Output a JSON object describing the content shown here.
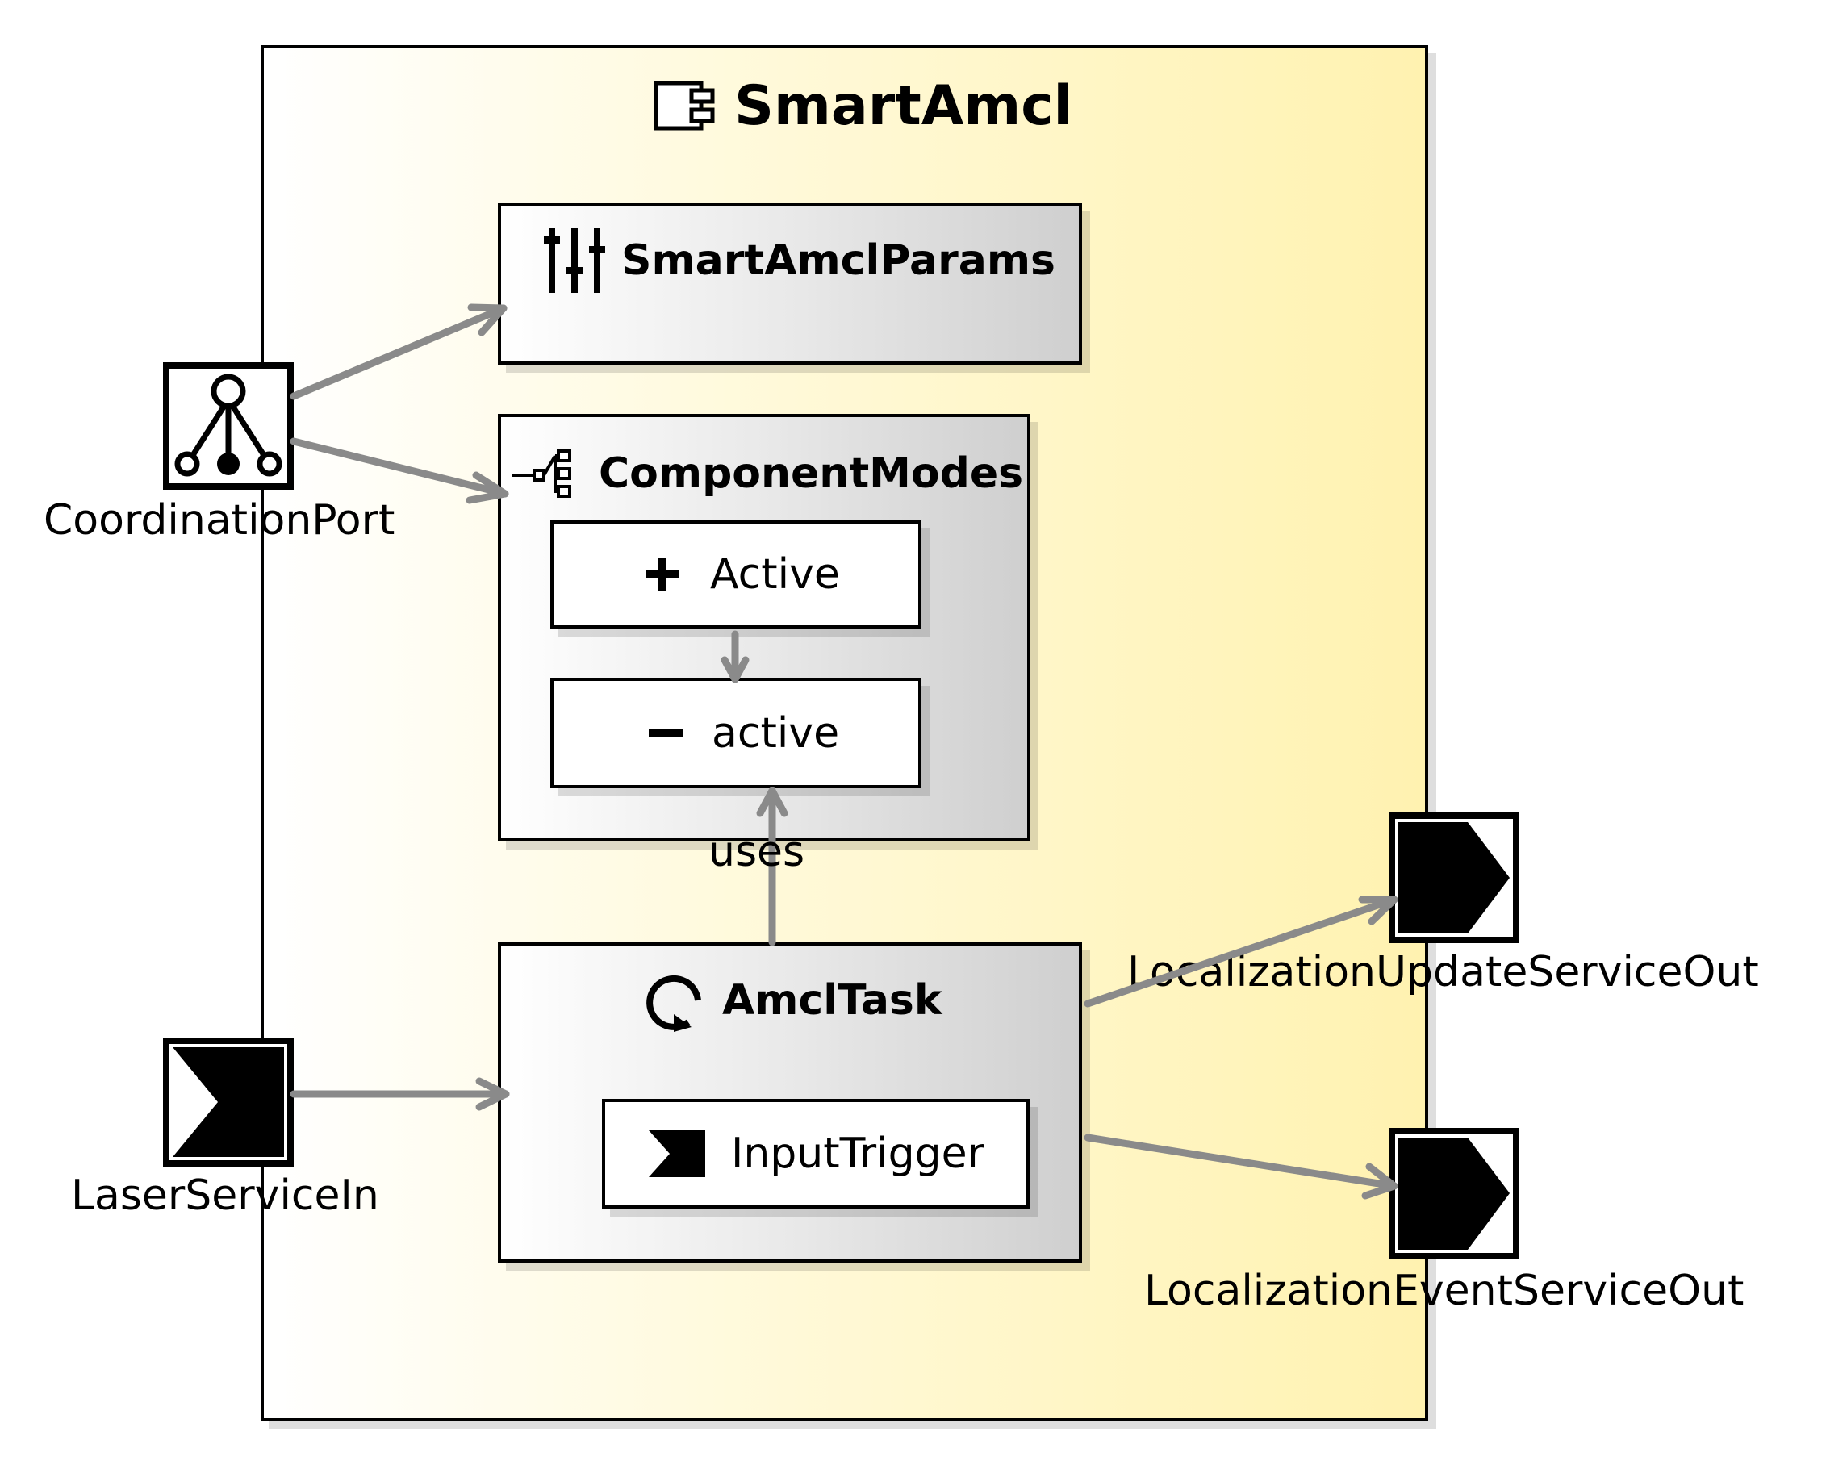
{
  "component": {
    "name": "SmartAmcl",
    "icon": "component-icon",
    "background_gradient": [
      "#ffffff",
      "#fff2b0"
    ]
  },
  "parameters": {
    "name": "SmartAmclParams",
    "icon": "parameters-icon"
  },
  "component_modes": {
    "name": "ComponentModes",
    "icon": "modes-icon",
    "modes": [
      {
        "symbol": "+",
        "label": "Active",
        "symbol_icon": "plus-icon"
      },
      {
        "symbol": "−",
        "label": "active",
        "symbol_icon": "minus-icon"
      }
    ]
  },
  "task": {
    "name": "AmclTask",
    "icon": "task-cycle-icon",
    "trigger": {
      "label": "InputTrigger",
      "icon": "input-trigger-icon"
    }
  },
  "ports": {
    "coordination": {
      "label": "CoordinationPort",
      "icon": "coordination-port-icon"
    },
    "laser_in": {
      "label": "LaserServiceIn",
      "icon": "service-in-icon"
    },
    "localization_update_out": {
      "label": "LocalizationUpdateServiceOut",
      "icon": "service-out-icon"
    },
    "localization_event_out": {
      "label": "LocalizationEventServiceOut",
      "icon": "service-out-icon"
    }
  },
  "connections": {
    "uses_label": "uses",
    "color": "#8a8a8a"
  }
}
